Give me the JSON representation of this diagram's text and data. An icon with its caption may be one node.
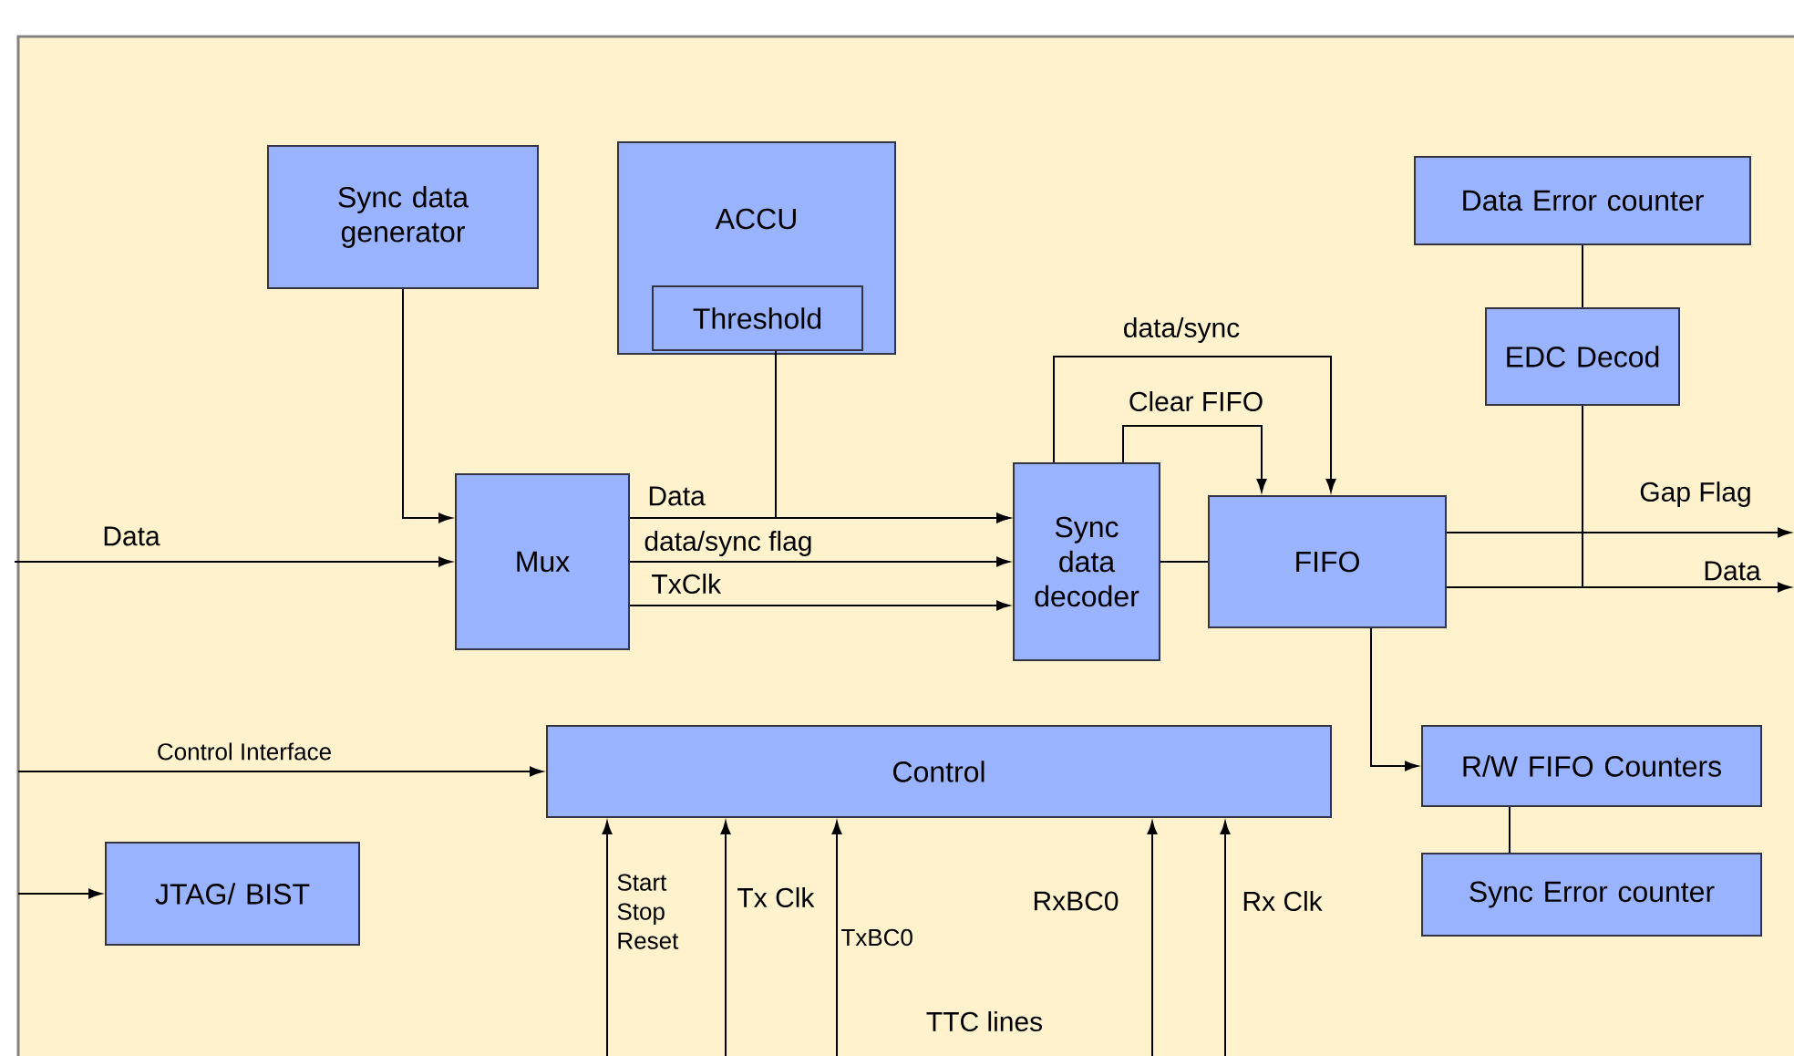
{
  "diagram": {
    "nodes": [
      {
        "text": [
          "Sync data generator"
        ]
      },
      {
        "text": [
          "ACCU"
        ]
      },
      {
        "text": [
          "Threshold"
        ],
        "in": 1
      },
      {
        "text": [
          "Mux"
        ]
      },
      {
        "text": [
          "Sync data decoder"
        ]
      },
      {
        "text": [
          "FIFO"
        ]
      },
      {
        "text": [
          "Data Error counter"
        ]
      },
      {
        "text": [
          "EDC Decod"
        ]
      },
      {
        "text": [
          "R/W FIFO Counters"
        ]
      },
      {
        "text": [
          "Sync Error counter"
        ]
      },
      {
        "text": [
          "Control"
        ]
      },
      {
        "text": [
          "JTAG/ BIST"
        ]
      }
    ],
    "edges": [
      {
        "from": null,
        "to": 3,
        "arrow": "to",
        "label": "Data"
      },
      {
        "from": 0,
        "to": 3,
        "arrow": "to"
      },
      {
        "from": 3,
        "to": 4,
        "arrow": "to",
        "label": "Data"
      },
      {
        "from": 2,
        "to": 4,
        "arrow": "to"
      },
      {
        "from": 3,
        "to": 4,
        "arrow": "to",
        "label": "data/sync flag"
      },
      {
        "from": 3,
        "to": 4,
        "arrow": "to",
        "label": "TxClk"
      },
      {
        "from": 4,
        "to": 5,
        "arrow": "none"
      },
      {
        "from": 4,
        "to": 5,
        "arrow": "to",
        "label": "data/sync"
      },
      {
        "from": 4,
        "to": 5,
        "arrow": "to",
        "label": "Clear FIFO"
      },
      {
        "from": 5,
        "to": null,
        "arrow": "to",
        "label": "Gap Flag"
      },
      {
        "from": 5,
        "to": null,
        "arrow": "to",
        "label": "Data"
      },
      {
        "from": 5,
        "to": 7,
        "arrow": "none"
      },
      {
        "from": 6,
        "to": 7,
        "arrow": "none"
      },
      {
        "from": 5,
        "to": 8,
        "arrow": "to"
      },
      {
        "from": 8,
        "to": 9,
        "arrow": "none"
      },
      {
        "from": null,
        "to": 10,
        "arrow": "to",
        "label": "Control Interface"
      },
      {
        "from": null,
        "to": 11,
        "arrow": "to"
      },
      {
        "from": null,
        "to": 10,
        "arrow": "to",
        "label": "Start Stop Reset"
      },
      {
        "from": null,
        "to": 10,
        "arrow": "to",
        "label": "Tx Clk"
      },
      {
        "from": null,
        "to": 10,
        "arrow": "to",
        "label": "TxBC0"
      },
      {
        "from": null,
        "to": 10,
        "arrow": "to",
        "label": "RxBC0"
      },
      {
        "from": null,
        "to": 10,
        "arrow": "to",
        "label": "Rx Clk"
      }
    ],
    "labels": [
      "TTC lines"
    ]
  }
}
